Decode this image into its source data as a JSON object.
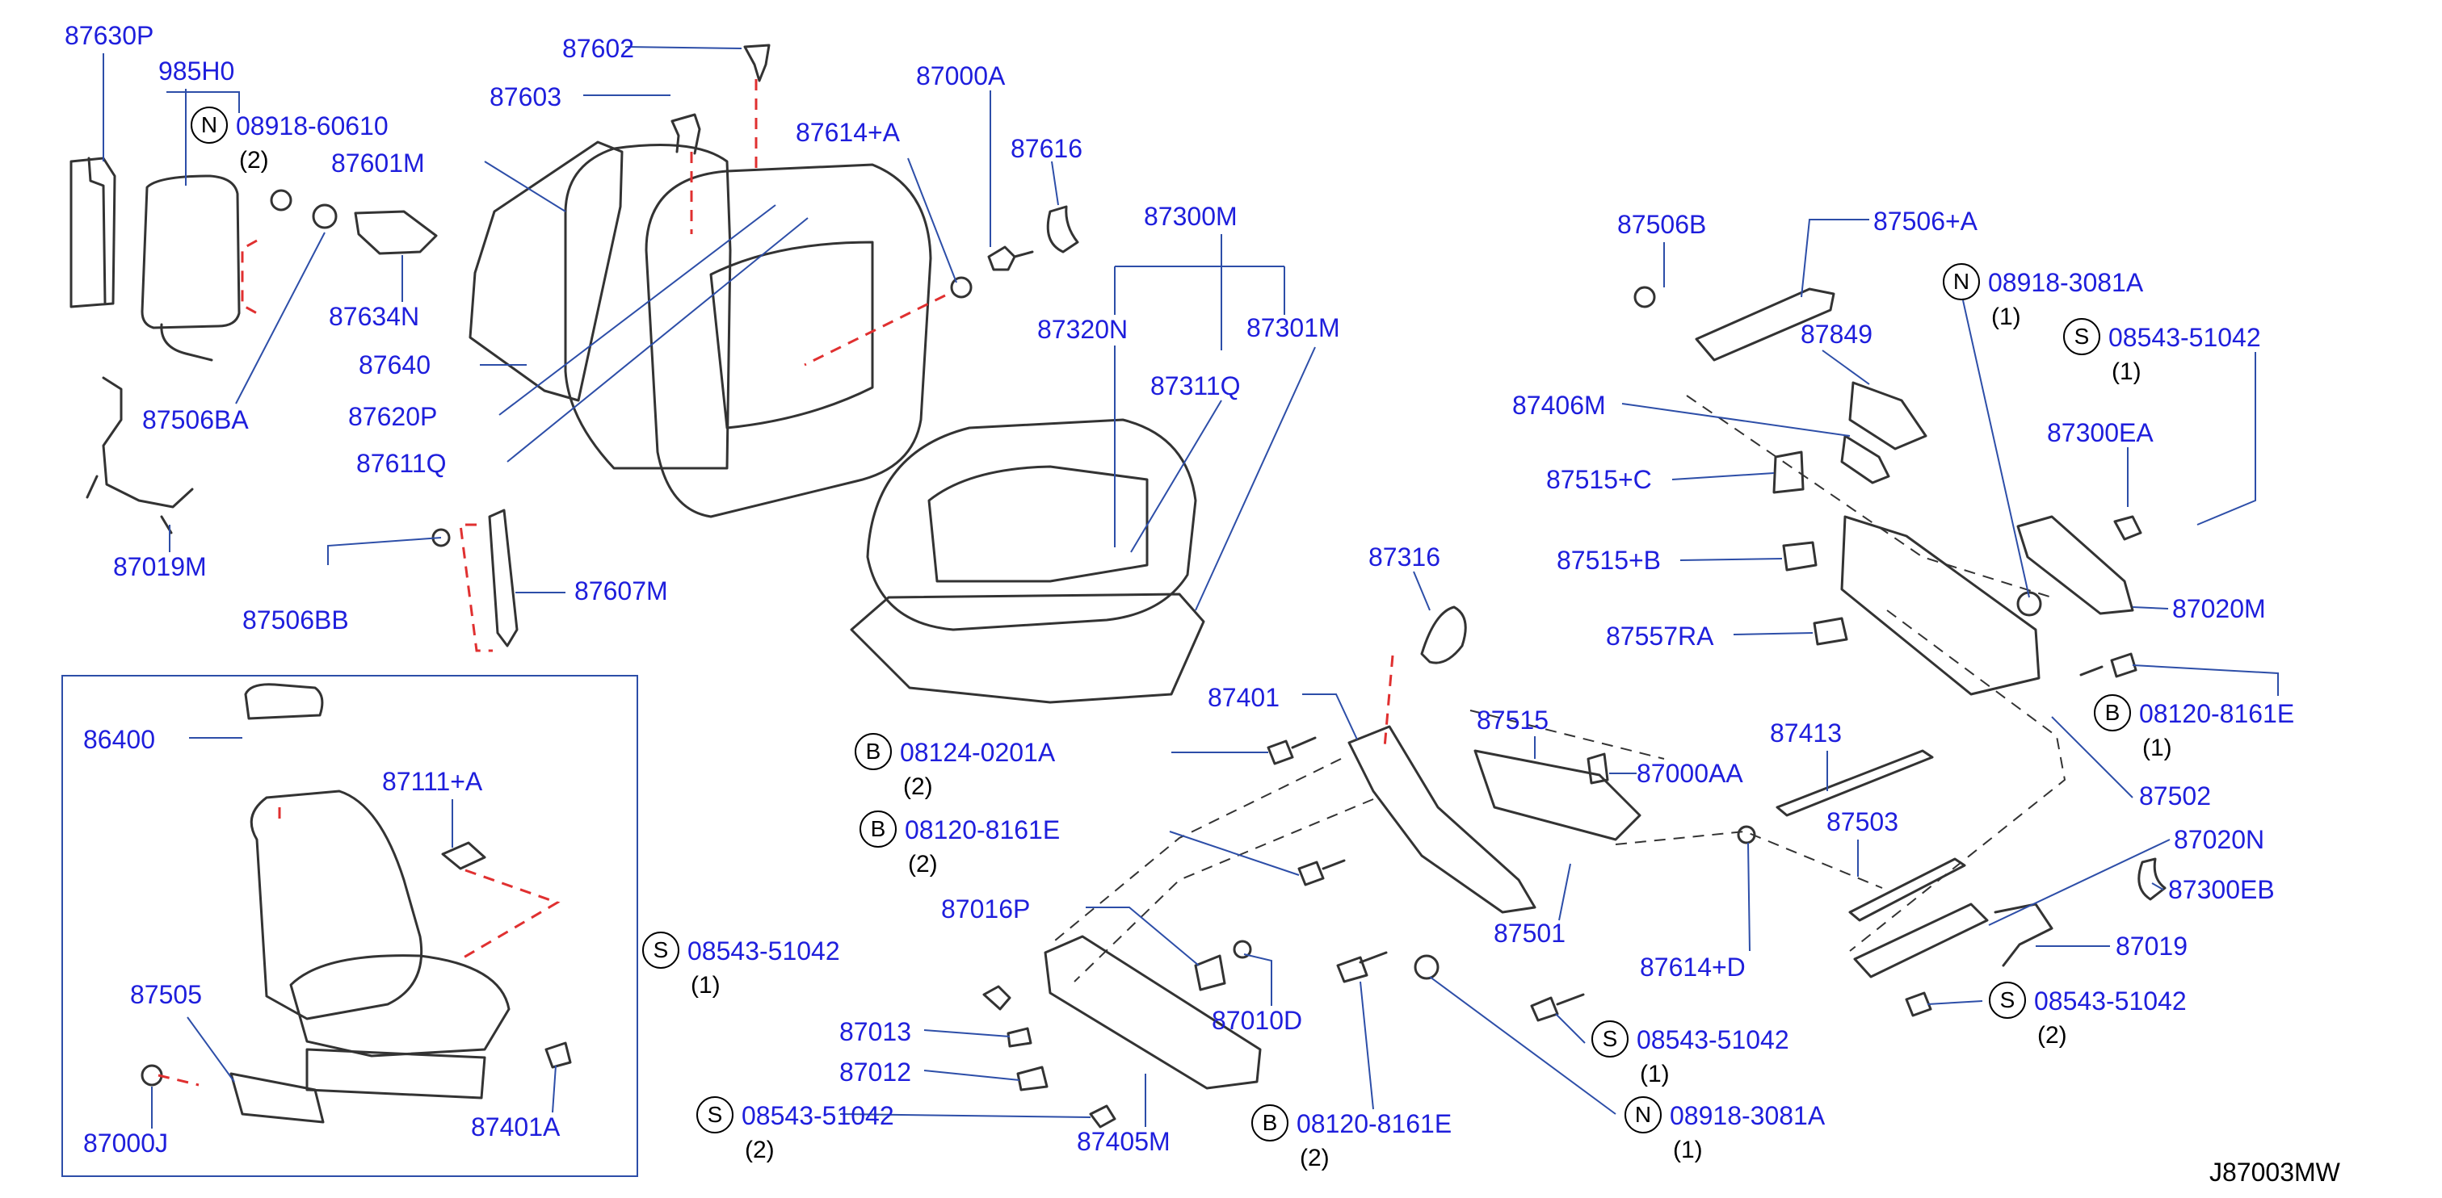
{
  "colors": {
    "label": "#1e1edc",
    "leader": "#2d4ea8",
    "drawing": "#333333",
    "hidden_line": "#e03030"
  },
  "diagram_ref": "J87003MW",
  "labels": [
    {
      "id": "87630P",
      "text": "87630P"
    },
    {
      "id": "985H0",
      "text": "985H0"
    },
    {
      "id": "n-08918-60610",
      "prefix": "N",
      "text": "08918-60610",
      "qty": "(2)"
    },
    {
      "id": "87602",
      "text": "87602"
    },
    {
      "id": "87603",
      "text": "87603"
    },
    {
      "id": "87601M",
      "text": "87601M"
    },
    {
      "id": "87634N",
      "text": "87634N"
    },
    {
      "id": "87640",
      "text": "87640"
    },
    {
      "id": "87506BA",
      "text": "87506BA"
    },
    {
      "id": "87620P",
      "text": "87620P"
    },
    {
      "id": "87611Q",
      "text": "87611Q"
    },
    {
      "id": "87019M",
      "text": "87019M"
    },
    {
      "id": "87506BB",
      "text": "87506BB"
    },
    {
      "id": "87607M",
      "text": "87607M"
    },
    {
      "id": "87000A",
      "text": "87000A"
    },
    {
      "id": "87614A",
      "text": "87614+A"
    },
    {
      "id": "87616",
      "text": "87616"
    },
    {
      "id": "87300M",
      "text": "87300M"
    },
    {
      "id": "87320N",
      "text": "87320N"
    },
    {
      "id": "87301M",
      "text": "87301M"
    },
    {
      "id": "87311Q",
      "text": "87311Q"
    },
    {
      "id": "87506B",
      "text": "87506B"
    },
    {
      "id": "87506A",
      "text": "87506+A"
    },
    {
      "id": "n-08918-3081A-top",
      "prefix": "N",
      "text": "08918-3081A",
      "qty": "(1)"
    },
    {
      "id": "s-08543-51042-top",
      "prefix": "S",
      "text": "08543-51042",
      "qty": "(1)"
    },
    {
      "id": "87849",
      "text": "87849"
    },
    {
      "id": "87406M",
      "text": "87406M"
    },
    {
      "id": "87300EA",
      "text": "87300EA"
    },
    {
      "id": "87515C",
      "text": "87515+C"
    },
    {
      "id": "87515B",
      "text": "87515+B"
    },
    {
      "id": "87020M",
      "text": "87020M"
    },
    {
      "id": "87557RA",
      "text": "87557RA"
    },
    {
      "id": "b-08120-8161E-right",
      "prefix": "B",
      "text": "08120-8161E",
      "qty": "(1)"
    },
    {
      "id": "87316",
      "text": "87316"
    },
    {
      "id": "87401",
      "text": "87401"
    },
    {
      "id": "87515",
      "text": "87515"
    },
    {
      "id": "87413",
      "text": "87413"
    },
    {
      "id": "87502",
      "text": "87502"
    },
    {
      "id": "b-08124-0201A",
      "prefix": "B",
      "text": "08124-0201A",
      "qty": "(2)"
    },
    {
      "id": "87000AA",
      "text": "87000AA"
    },
    {
      "id": "87503",
      "text": "87503"
    },
    {
      "id": "87020N",
      "text": "87020N"
    },
    {
      "id": "b-08120-8161E-mid",
      "prefix": "B",
      "text": "08120-8161E",
      "qty": "(2)"
    },
    {
      "id": "87300EB",
      "text": "87300EB"
    },
    {
      "id": "87016P",
      "text": "87016P"
    },
    {
      "id": "87501",
      "text": "87501"
    },
    {
      "id": "87019",
      "text": "87019"
    },
    {
      "id": "87614D",
      "text": "87614+D"
    },
    {
      "id": "s-08543-51042-mid",
      "prefix": "S",
      "text": "08543-51042",
      "qty": "(1)"
    },
    {
      "id": "s-08543-51042-right",
      "prefix": "S",
      "text": "08543-51042",
      "qty": "(2)"
    },
    {
      "id": "87010D",
      "text": "87010D"
    },
    {
      "id": "87013",
      "text": "87013"
    },
    {
      "id": "s-08543-51042-low",
      "prefix": "S",
      "text": "08543-51042",
      "qty": "(1)"
    },
    {
      "id": "87012",
      "text": "87012"
    },
    {
      "id": "n-08918-3081A-low",
      "prefix": "N",
      "text": "08918-3081A",
      "qty": "(1)"
    },
    {
      "id": "s-08543-51042-bottom",
      "prefix": "S",
      "text": "08543-51042",
      "qty": "(2)"
    },
    {
      "id": "87405M",
      "text": "87405M"
    },
    {
      "id": "b-08120-8161E-bottom",
      "prefix": "B",
      "text": "08120-8161E",
      "qty": "(2)"
    },
    {
      "id": "86400",
      "text": "86400"
    },
    {
      "id": "87111A",
      "text": "87111+A"
    },
    {
      "id": "87505",
      "text": "87505"
    },
    {
      "id": "87000J",
      "text": "87000J"
    },
    {
      "id": "87401A",
      "text": "87401A"
    }
  ]
}
